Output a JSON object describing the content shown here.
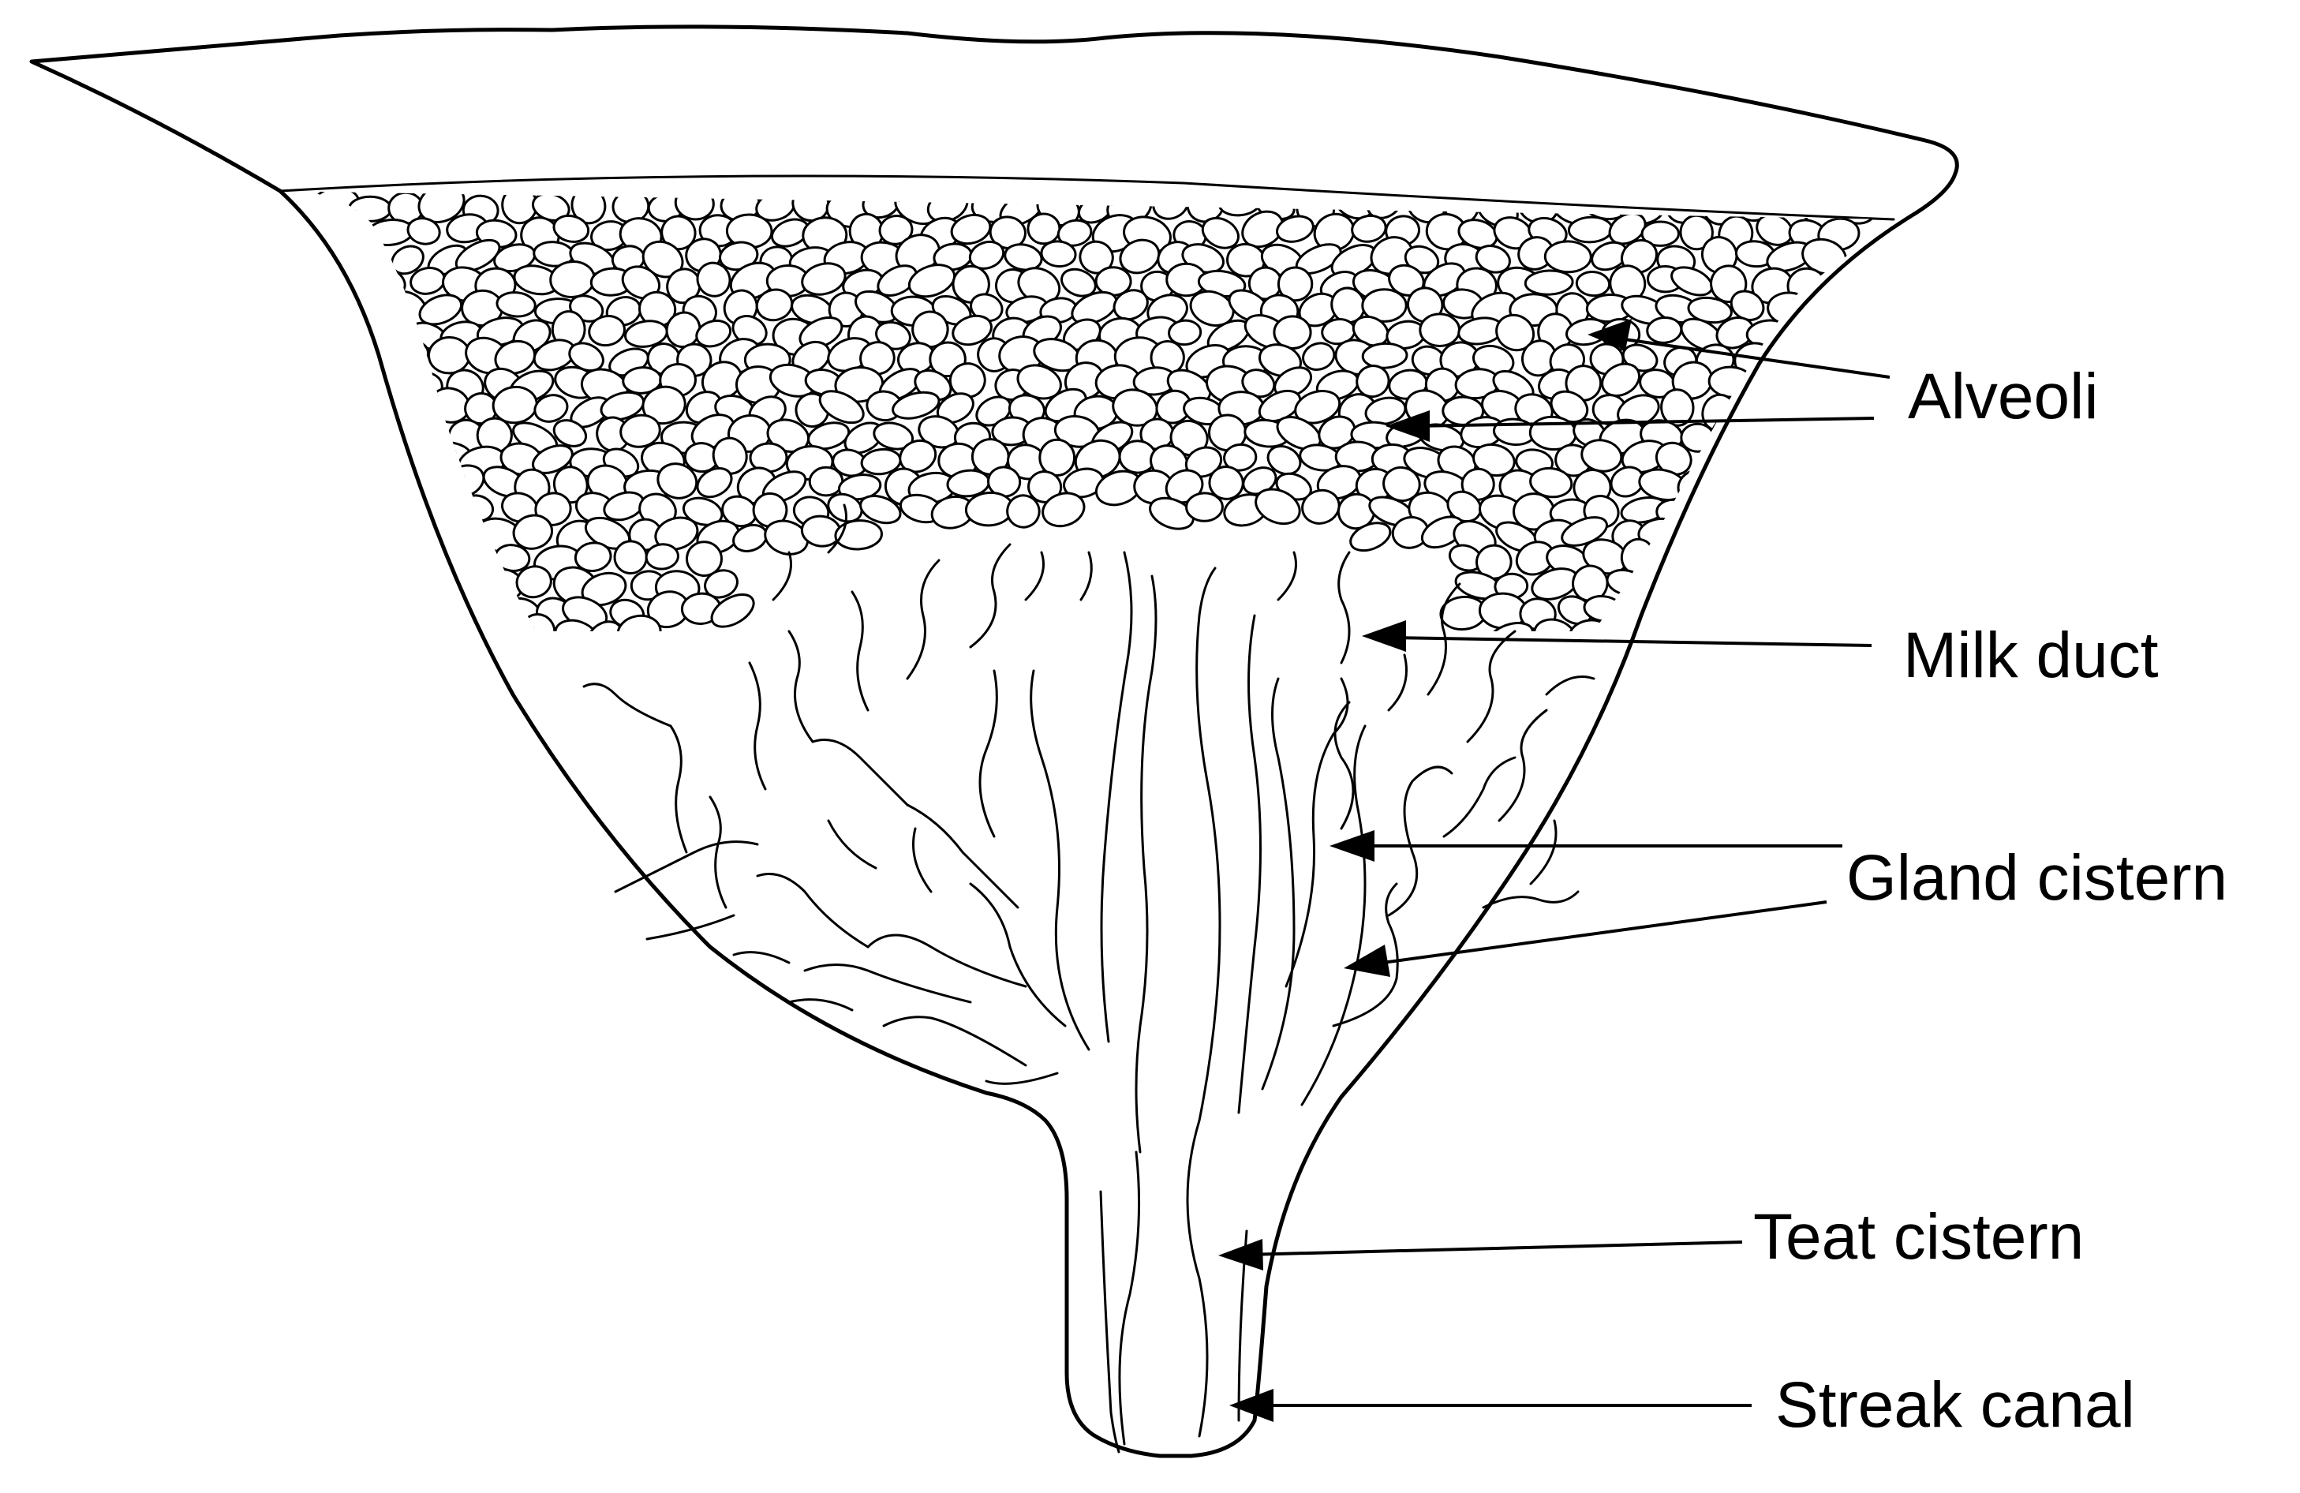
{
  "labels": {
    "alveoli": "Alveoli",
    "milk_duct": "Milk duct",
    "gland_cistern": "Gland cistern",
    "teat_cistern": "Teat cistern",
    "streak_canal": "Streak canal"
  }
}
